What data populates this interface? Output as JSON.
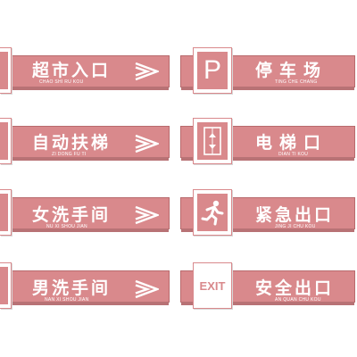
{
  "signs_left": [
    {
      "cn": "超市入口",
      "py": "CHAO SHI RU KOU",
      "icon": "arrow-right-icon"
    },
    {
      "cn": "自动扶梯",
      "py": "ZI DONG FU TI",
      "icon": "arrow-right-icon"
    },
    {
      "cn": "女洗手间",
      "py": "NU XI SHOU JIAN",
      "icon": "arrow-right-icon"
    },
    {
      "cn": "男洗手间",
      "py": "NAN XI SHOU JIAN",
      "icon": "arrow-right-icon"
    }
  ],
  "signs_right": [
    {
      "cn": "停车场",
      "py": "TING CHE CHANG",
      "icon": "parking-icon",
      "symbol": "P"
    },
    {
      "cn": "电梯口",
      "py": "DIAN TI KOU",
      "icon": "elevator-icon"
    },
    {
      "cn": "紧急出口",
      "py": "JING JI CHU KOU",
      "icon": "emergency-exit-icon"
    },
    {
      "cn": "安全出口",
      "py": "AN QUAN CHU KOU",
      "icon": "exit-icon",
      "symbol": "EXIT"
    }
  ],
  "colors": {
    "sign": "#d9898c",
    "shadow": "#b87275",
    "text": "#ffffff"
  }
}
